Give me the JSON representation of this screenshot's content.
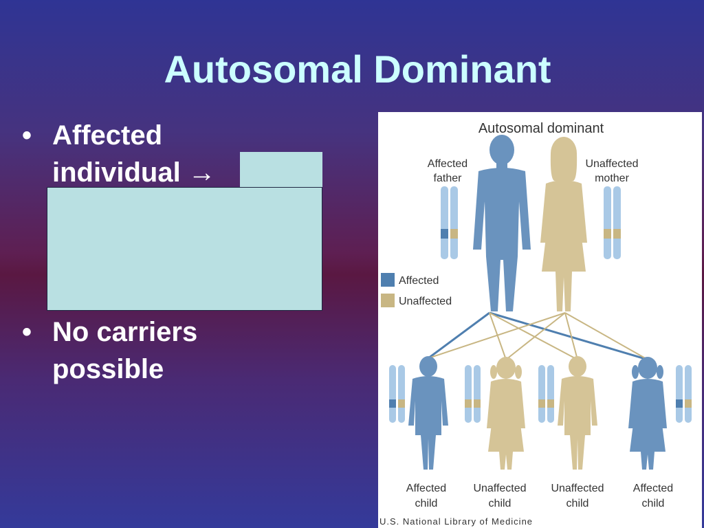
{
  "slide": {
    "title": "Autosomal Dominant",
    "bullet_marker": "•",
    "bullets": [
      {
        "line1": "Affected",
        "line2": "individual →"
      },
      {
        "line1": "No carriers",
        "line2": "possible"
      }
    ]
  },
  "figure": {
    "title": "Autosomal dominant",
    "father_label": [
      "Affected",
      "father"
    ],
    "mother_label": [
      "Unaffected",
      "mother"
    ],
    "legend": [
      {
        "label": "Affected",
        "color": "#4f7faf"
      },
      {
        "label": "Unaffected",
        "color": "#c8b683"
      }
    ],
    "children": [
      {
        "label": [
          "Affected",
          "child"
        ],
        "status": "affected"
      },
      {
        "label": [
          "Unaffected",
          "child"
        ],
        "status": "unaffected"
      },
      {
        "label": [
          "Unaffected",
          "child"
        ],
        "status": "unaffected"
      },
      {
        "label": [
          "Affected",
          "child"
        ],
        "status": "affected"
      }
    ],
    "credit": "U.S. National Library of Medicine"
  },
  "colors": {
    "title": "#ccffff",
    "cover": "#b9e0e2",
    "affected": "#6a93be",
    "unaffected": "#d5c497",
    "chromosome": "#a9c9e6"
  }
}
